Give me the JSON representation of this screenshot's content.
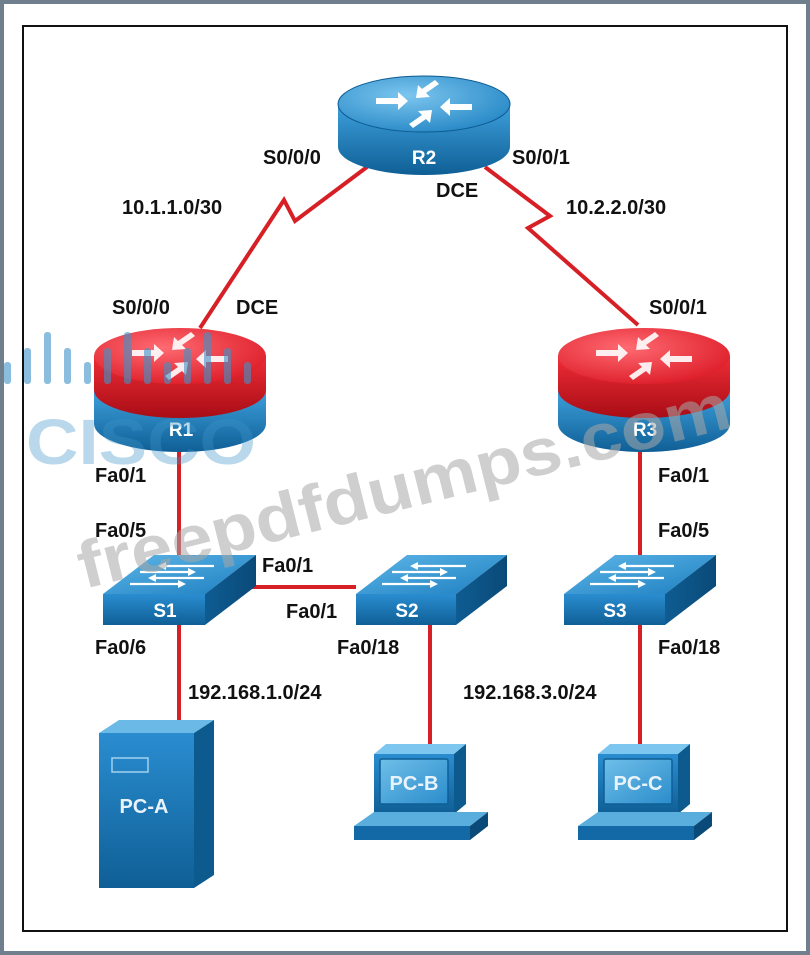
{
  "devices": {
    "r1": "R1",
    "r2": "R2",
    "r3": "R3",
    "s1": "S1",
    "s2": "S2",
    "s3": "S3",
    "pca": "PC-A",
    "pcb": "PC-B",
    "pcc": "PC-C"
  },
  "labels": {
    "r2_s000": "S0/0/0",
    "r2_s001": "S0/0/1",
    "r2_dce": "DCE",
    "net_r1r2": "10.1.1.0/30",
    "net_r2r3": "10.2.2.0/30",
    "r1_s000": "S0/0/0",
    "r1_dce": "DCE",
    "r3_s001": "S0/0/1",
    "r1_fa01": "Fa0/1",
    "s1_fa05": "Fa0/5",
    "s1_fa01": "Fa0/1",
    "s2_fa01": "Fa0/1",
    "s1_fa06": "Fa0/6",
    "s2_fa018": "Fa0/18",
    "net_lan1": "192.168.1.0/24",
    "net_lan3": "192.168.3.0/24",
    "r3_fa01": "Fa0/1",
    "s3_fa05": "Fa0/5",
    "s3_fa018": "Fa0/18"
  },
  "watermark": {
    "logo_text": "CISCO",
    "site_text": "freepdfdumps.com"
  },
  "colors": {
    "link": "#d71f26",
    "device_blue": "#1e7fbf",
    "router_red": "#e51e2a"
  }
}
